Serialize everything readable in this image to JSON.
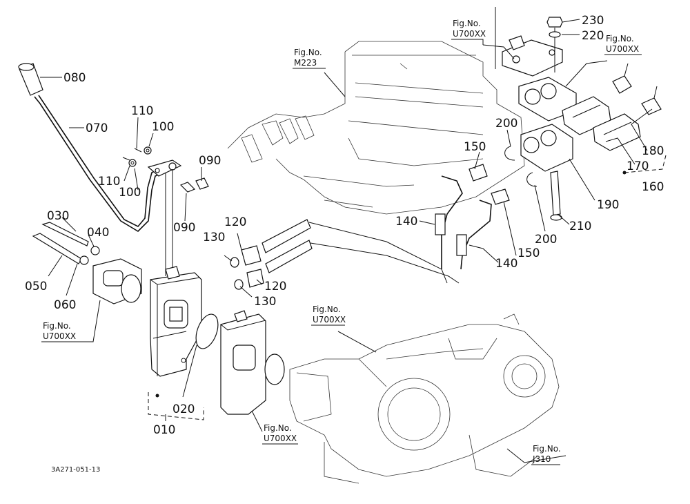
{
  "drawing_code": "3A271-051-13",
  "figure_refs": {
    "m223": {
      "line1": "Fig.No.",
      "line2": "M223"
    },
    "u700_top": {
      "line1": "Fig.No.",
      "line2": "U700XX"
    },
    "u700_right": {
      "line1": "Fig.No.",
      "line2": "U700XX"
    },
    "u700_left": {
      "line1": "Fig.No.",
      "line2": "U700XX"
    },
    "u700_center": {
      "line1": "Fig.No.",
      "line2": "U700XX"
    },
    "u700_bottom": {
      "line1": "Fig.No.",
      "line2": "U700XX"
    },
    "j310": {
      "line1": "Fig.No.",
      "line2": "J310"
    }
  },
  "parts": {
    "p010": "010",
    "p020": "020",
    "p030": "030",
    "p040": "040",
    "p050": "050",
    "p060": "060",
    "p070": "070",
    "p080": "080",
    "p090a": "090",
    "p090b": "090",
    "p100a": "100",
    "p100b": "100",
    "p110a": "110",
    "p110b": "110",
    "p120a": "120",
    "p120b": "120",
    "p130a": "130",
    "p130b": "130",
    "p140a": "140",
    "p140b": "140",
    "p150a": "150",
    "p150b": "150",
    "p160": "160",
    "p170": "170",
    "p180": "180",
    "p190": "190",
    "p200a": "200",
    "p200b": "200",
    "p210": "210",
    "p220": "220",
    "p230": "230"
  }
}
